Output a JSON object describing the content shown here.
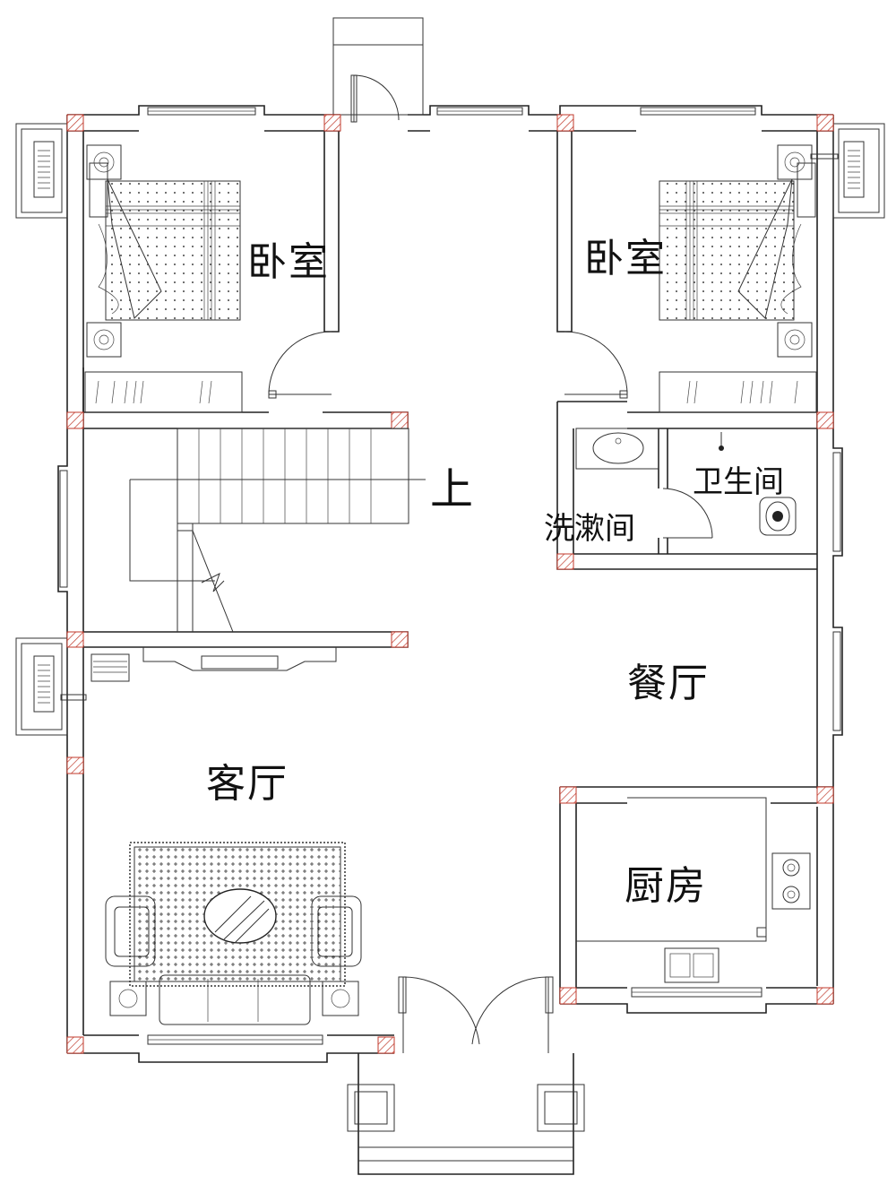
{
  "rooms": {
    "bedroom_left": "卧室",
    "bedroom_right": "卧室",
    "stair_up": "上",
    "washroom": "洗漱间",
    "toilet": "卫生间",
    "dining": "餐厅",
    "living": "客厅",
    "kitchen": "厨房"
  },
  "colors": {
    "wall": "#222222",
    "column_hatch": "#c0392b",
    "background": "#ffffff"
  }
}
